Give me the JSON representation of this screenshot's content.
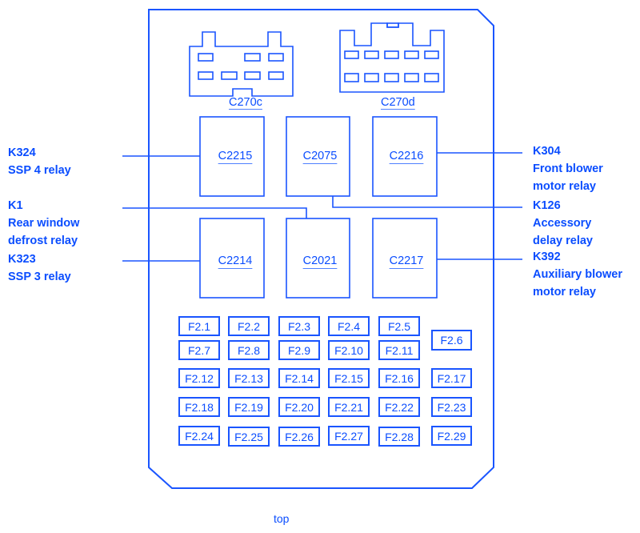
{
  "diagram": {
    "title": "Fuse box top view",
    "footer_label": "top",
    "accent_color": "#1a55ff",
    "connectors": [
      {
        "id": "C270c",
        "label": "C270c"
      },
      {
        "id": "C270d",
        "label": "C270d"
      }
    ],
    "relays": {
      "top_row": [
        {
          "label": "C2215"
        },
        {
          "label": "C2075"
        },
        {
          "label": "C2216"
        }
      ],
      "bottom_row": [
        {
          "label": "C2214"
        },
        {
          "label": "C2021"
        },
        {
          "label": "C2217"
        }
      ]
    },
    "left_callouts": [
      {
        "code": "K324",
        "lines": [
          "SSP 4 relay"
        ]
      },
      {
        "code": "K1",
        "lines": [
          "Rear window",
          "defrost relay"
        ]
      },
      {
        "code": "K323",
        "lines": [
          "SSP 3 relay"
        ]
      }
    ],
    "right_callouts": [
      {
        "code": "K304",
        "lines": [
          "Front blower",
          "motor relay"
        ]
      },
      {
        "code": "K126",
        "lines": [
          "Accessory",
          "delay relay"
        ]
      },
      {
        "code": "K392",
        "lines": [
          "Auxiliary blower",
          "motor relay"
        ]
      }
    ],
    "fuses": [
      "F2.1",
      "F2.2",
      "F2.3",
      "F2.4",
      "F2.5",
      "F2.6",
      "F2.7",
      "F2.8",
      "F2.9",
      "F2.10",
      "F2.11",
      "F2.12",
      "F2.13",
      "F2.14",
      "F2.15",
      "F2.16",
      "F2.17",
      "F2.18",
      "F2.19",
      "F2.20",
      "F2.21",
      "F2.22",
      "F2.23",
      "F2.24",
      "F2.25",
      "F2.26",
      "F2.27",
      "F2.28",
      "F2.29"
    ]
  }
}
